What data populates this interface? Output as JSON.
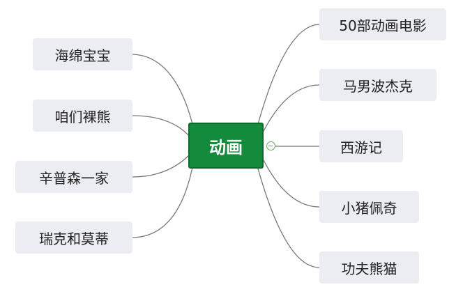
{
  "center": {
    "label": "动画"
  },
  "left_nodes": [
    {
      "label": "海绵宝宝"
    },
    {
      "label": "咱们裸熊"
    },
    {
      "label": "辛普森一家"
    },
    {
      "label": "瑞克和莫蒂"
    }
  ],
  "right_nodes": [
    {
      "label": "50部动画电影"
    },
    {
      "label": "马男波杰克"
    },
    {
      "label": "西游记"
    },
    {
      "label": "小猪佩奇"
    },
    {
      "label": "功夫熊猫"
    }
  ],
  "colors": {
    "center_fill": "#148a3c",
    "node_fill": "#ecedf3",
    "line": "#777777",
    "toggle": "#6aa84f"
  },
  "icons": {
    "collapse_toggle": "minus-circle-icon"
  }
}
